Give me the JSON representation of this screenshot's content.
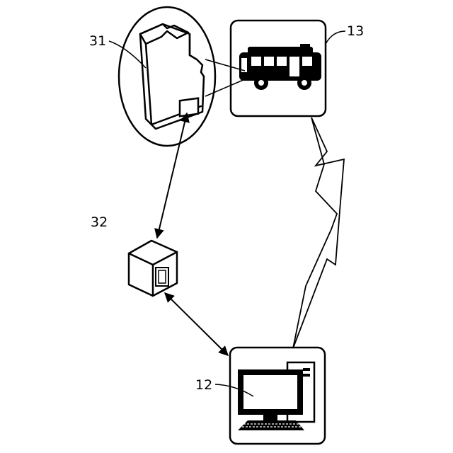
{
  "figure": {
    "labels": {
      "detail_view": "31",
      "reader_unit": "32",
      "vehicle": "13",
      "computer": "12"
    },
    "icons": {
      "vehicle": "bus-icon",
      "computer": "desktop-computer-icon",
      "reader_unit": "reader-box-icon",
      "detail_view": "vehicle-side-detail-icon",
      "wireless_link": "lightning-link-icon"
    },
    "colors": {
      "line": "#000000",
      "background": "#ffffff"
    }
  }
}
